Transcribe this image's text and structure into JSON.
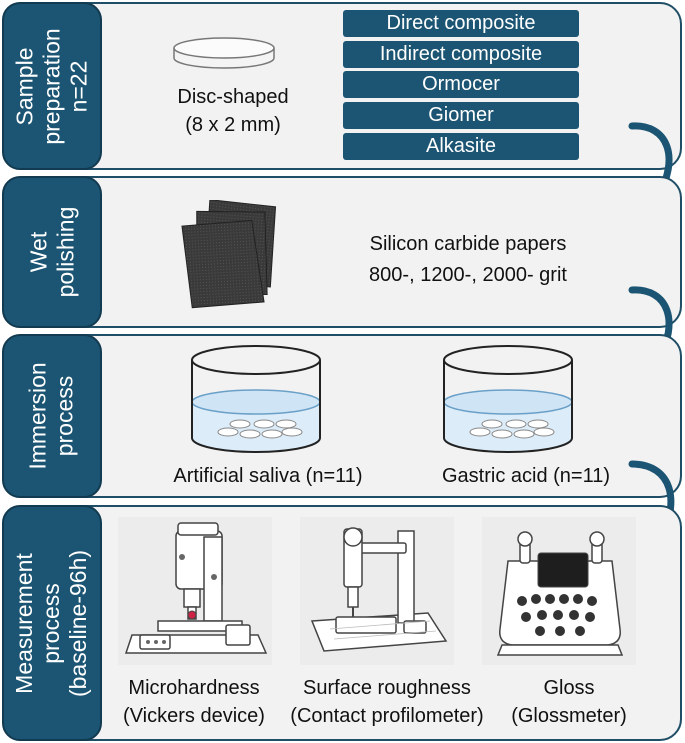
{
  "sample": {
    "tab_line1": "Sample",
    "tab_line2": "preparation",
    "tab_line3": "n=22",
    "shape_line1": "Disc-shaped",
    "shape_line2": "(8 x 2 mm)",
    "materials": [
      "Direct composite",
      "Indirect composite",
      "Ormocer",
      "Giomer",
      "Alkasite"
    ]
  },
  "polishing": {
    "tab_line1": "Wet",
    "tab_line2": "polishing",
    "text_line1": "Silicon carbide papers",
    "text_line2": "800-, 1200-, 2000- grit"
  },
  "immersion": {
    "tab_line1": "Immersion",
    "tab_line2": "process",
    "saliva_label": "Artificial saliva (n=11)",
    "acid_label": "Gastric acid (n=11)"
  },
  "measurement": {
    "tab_line1": "Measurement",
    "tab_line2": "process",
    "tab_line3": "(baseline-96h)",
    "devices": [
      {
        "name": "Microhardness",
        "device": "(Vickers device)"
      },
      {
        "name": "Surface roughness",
        "device": "(Contact profilometer)"
      },
      {
        "name": "Gloss",
        "device": "(Glossmeter)"
      }
    ]
  },
  "colors": {
    "accent": "#1b5573",
    "panel": "#f2f2f2",
    "arrow": "#1b5573"
  }
}
